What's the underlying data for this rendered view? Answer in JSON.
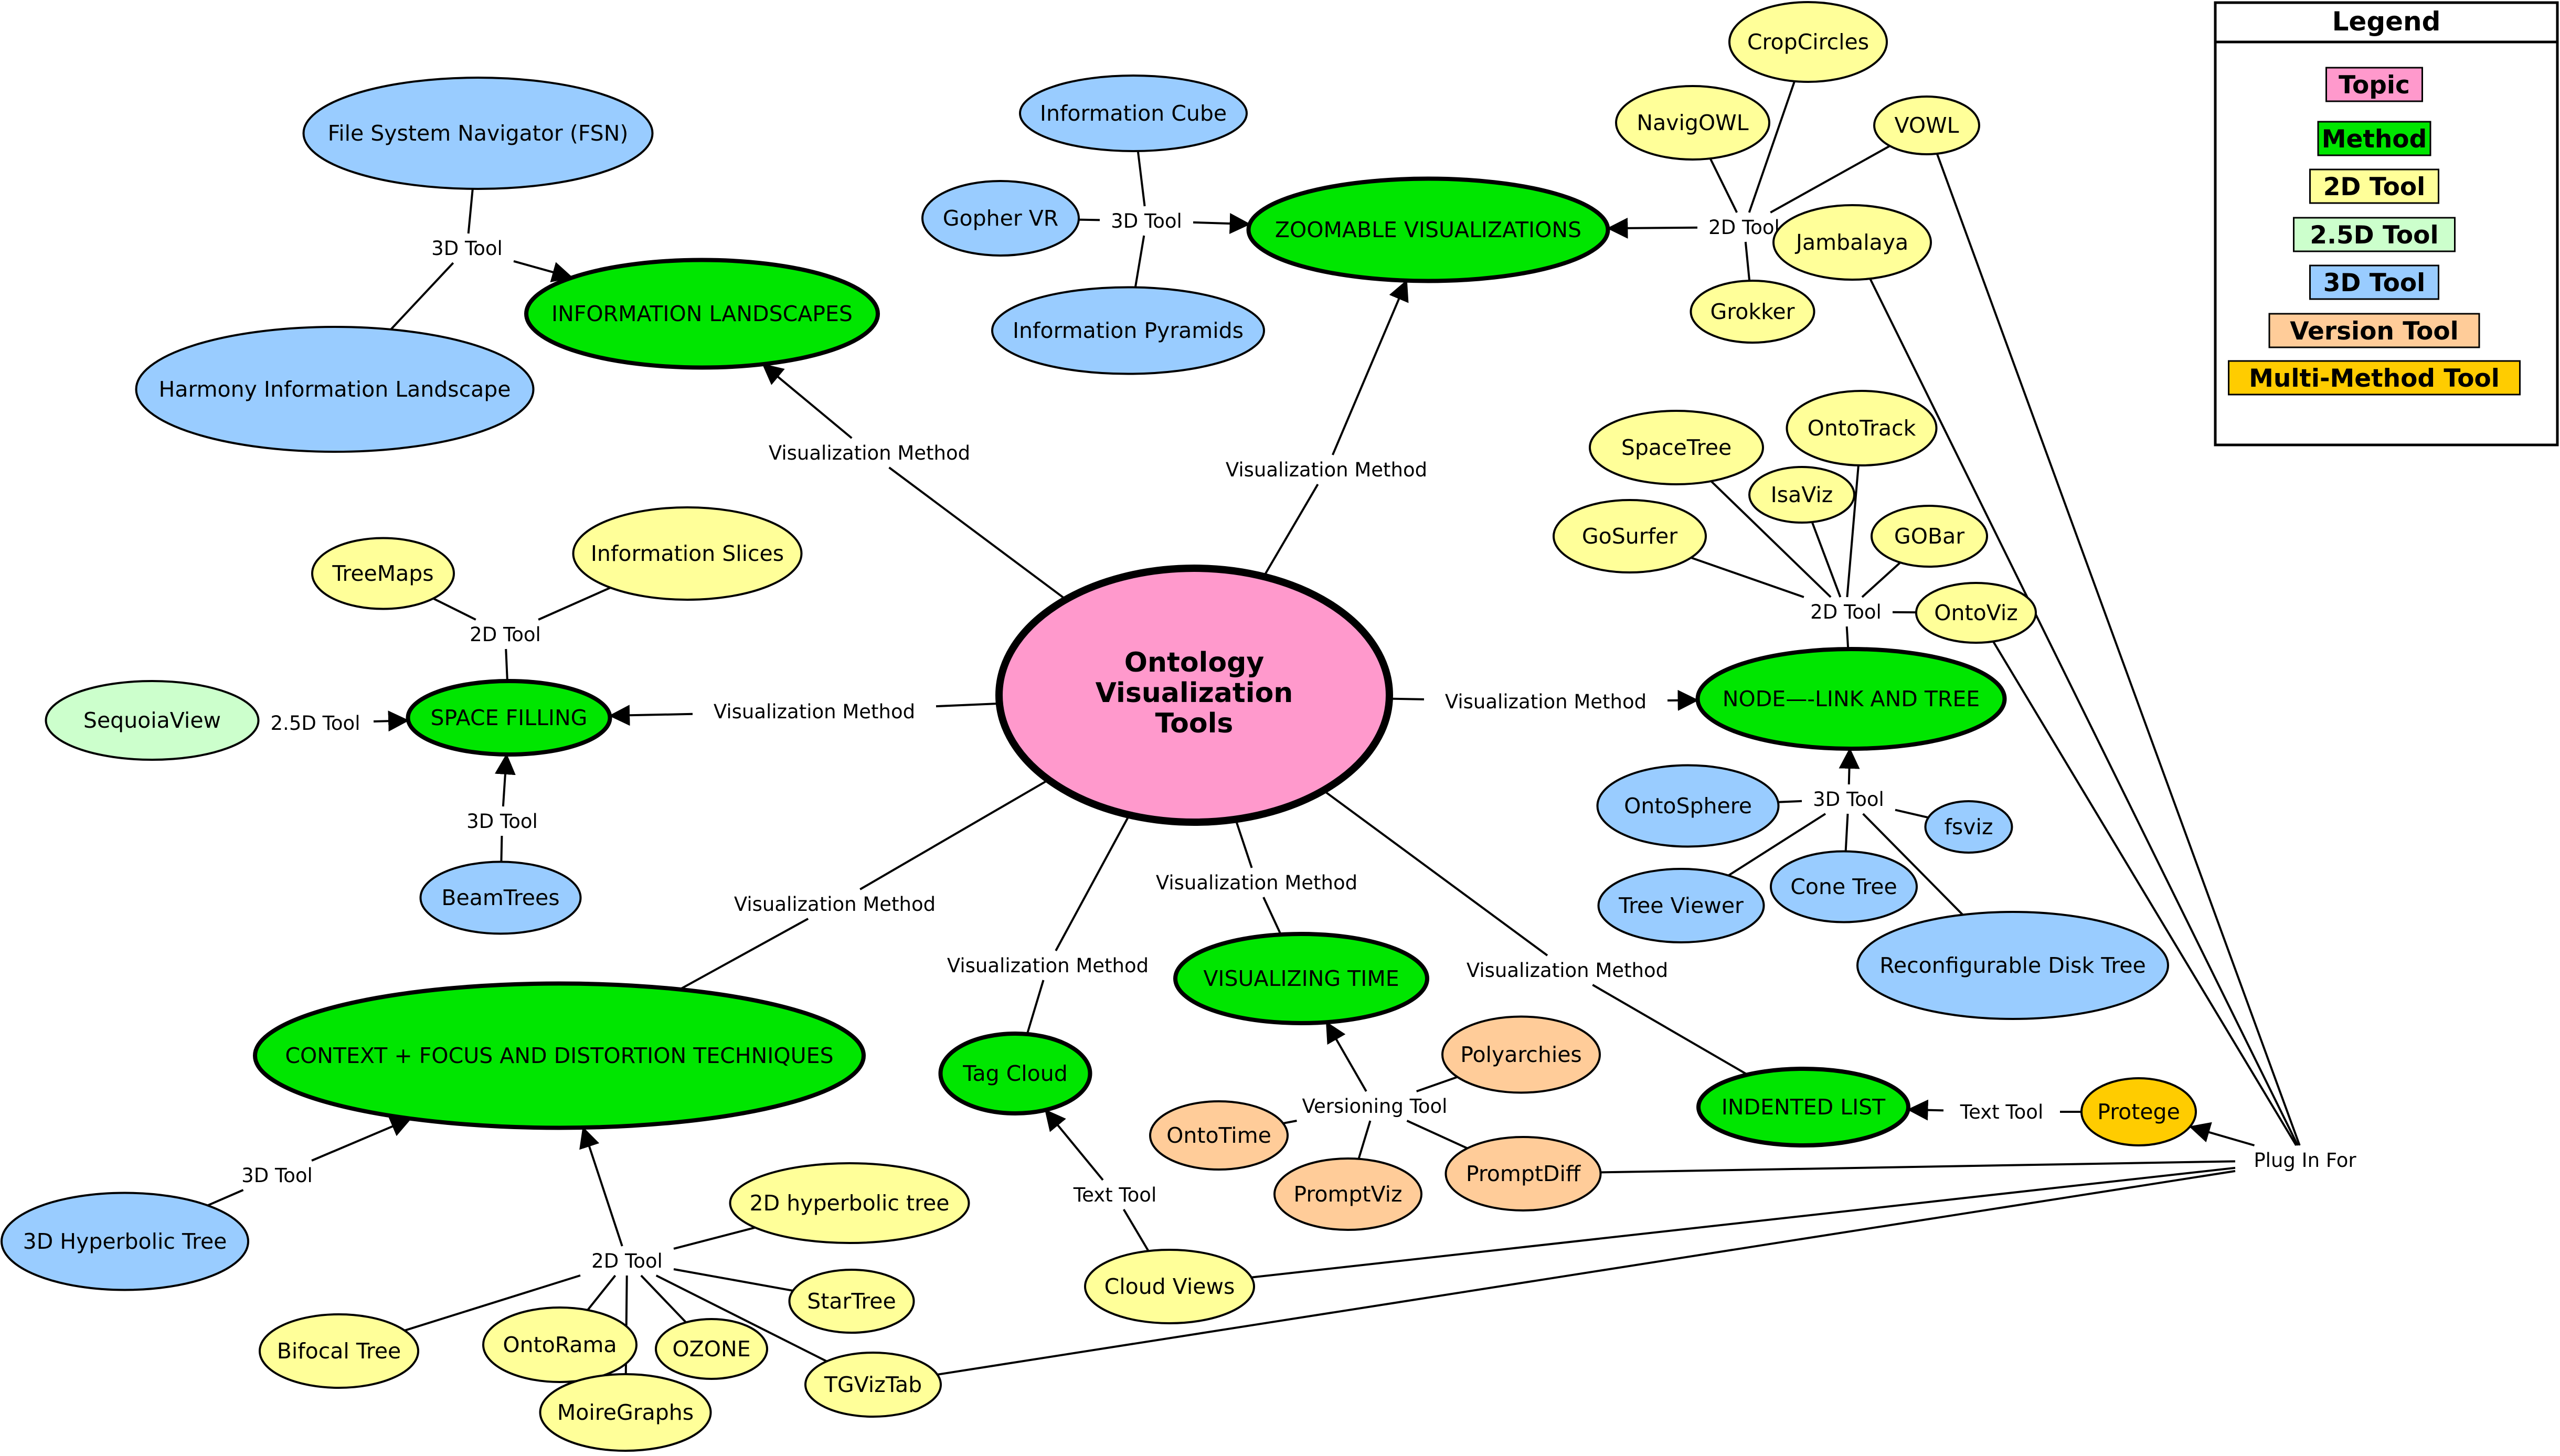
{
  "legend": {
    "title": "Legend",
    "items": [
      {
        "key": "topic",
        "label": "Topic",
        "color": "#ff99cc"
      },
      {
        "key": "method",
        "label": "Method",
        "color": "#00e600"
      },
      {
        "key": "tool2d",
        "label": "2D Tool",
        "color": "#ffff99"
      },
      {
        "key": "tool25d",
        "label": "2.5D Tool",
        "color": "#ccffcc"
      },
      {
        "key": "tool3d",
        "label": "3D Tool",
        "color": "#99ccff"
      },
      {
        "key": "version",
        "label": "Version Tool",
        "color": "#ffcc99"
      },
      {
        "key": "multi",
        "label": "Multi-Method Tool",
        "color": "#ffcc00"
      }
    ]
  },
  "center": {
    "lines": [
      "Ontology",
      "Visualization",
      "Tools"
    ]
  },
  "nodes": {
    "landscapes": "INFORMATION LANDSCAPES",
    "zoomable": "ZOOMABLE VISUALIZATIONS",
    "spacefill": "SPACE FILLING",
    "nodelink": "NODE—-LINK AND TREE",
    "context": "CONTEXT + FOCUS AND DISTORTION TECHNIQUES",
    "tagcloud": "Tag Cloud",
    "vistime": "VISUALIZING TIME",
    "indented": "INDENTED LIST",
    "fsn": "File System Navigator (FSN)",
    "harmony": "Harmony Information Landscape",
    "infocube": "Information Cube",
    "gopher": "Gopher VR",
    "infopyr": "Information Pyramids",
    "cropcircles": "CropCircles",
    "navigowl": "NavigOWL",
    "vowl": "VOWL",
    "jambalaya": "Jambalaya",
    "grokker": "Grokker",
    "treemaps": "TreeMaps",
    "infoslices": "Information Slices",
    "sequoia": "SequoiaView",
    "beamtrees": "BeamTrees",
    "spacetree": "SpaceTree",
    "ontotrack": "OntoTrack",
    "isaviz": "IsaViz",
    "gosurfer": "GoSurfer",
    "gobar": "GOBar",
    "ontoviz": "OntoViz",
    "ontosphere": "OntoSphere",
    "fsviz": "fsviz",
    "treeviewer": "Tree Viewer",
    "conetree": "Cone Tree",
    "disktree": "Reconfigurable Disk Tree",
    "hyp3d": "3D Hyperbolic Tree",
    "hyp2d": "2D hyperbolic tree",
    "startree": "StarTree",
    "bifocal": "Bifocal Tree",
    "ontorama": "OntoRama",
    "ozone": "OZONE",
    "moire": "MoireGraphs",
    "tgviz": "TGVizTab",
    "cloudviews": "Cloud Views",
    "polyarchies": "Polyarchies",
    "ontotime": "OntoTime",
    "promptviz": "PromptViz",
    "promptdiff": "PromptDiff",
    "protege": "Protege"
  },
  "links": {
    "vm_landscapes": "Visualization Method",
    "vm_zoomable": "Visualization Method",
    "vm_spacefill": "Visualization Method",
    "vm_nodelink": "Visualization Method",
    "vm_context": "Visualization Method",
    "vm_tagcloud": "Visualization Method",
    "vm_vistime": "Visualization Method",
    "vm_indented": "Visualization Method",
    "t3d_landscapes": "3D Tool",
    "t3d_zoomable": "3D Tool",
    "t2d_zoomable": "2D Tool",
    "t2d_spacefill": "2D Tool",
    "t25d_spacefill": "2.5D Tool",
    "t3d_spacefill": "3D Tool",
    "t2d_nodelink": "2D Tool",
    "t3d_nodelink": "3D Tool",
    "t3d_context": "3D Tool",
    "t2d_context": "2D Tool",
    "text_tagcloud": "Text Tool",
    "version_time": "Versioning Tool",
    "text_indented": "Text Tool",
    "plugin": "Plug In For"
  }
}
